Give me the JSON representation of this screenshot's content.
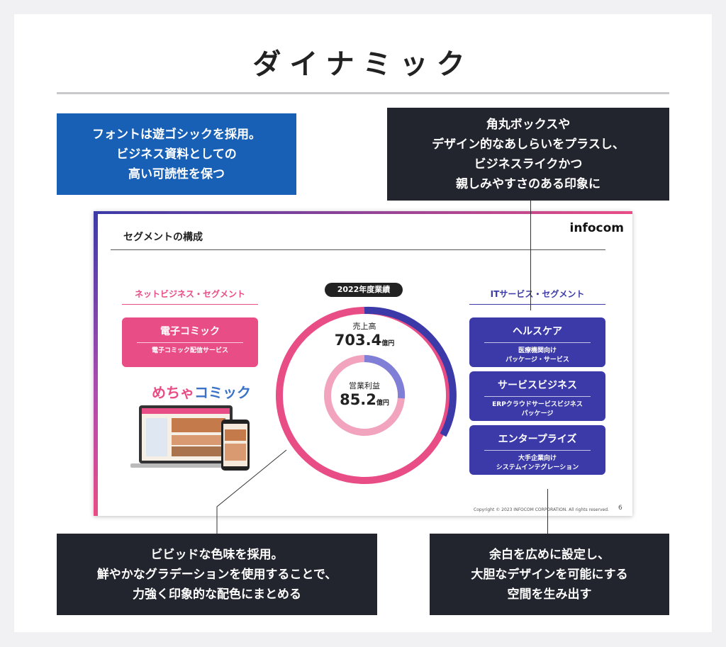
{
  "heading": "ダイナミック",
  "callouts": {
    "font": [
      "フォントは遊ゴシックを採用。",
      "ビジネス資料としての",
      "高い可読性を保つ"
    ],
    "box": [
      "角丸ボックスや",
      "デザイン的なあしらいをプラスし、",
      "ビジネスライクかつ",
      "親しみやすさのある印象に"
    ],
    "color": [
      "ビビッドな色味を採用。",
      "鮮やかなグラデーションを使用することで、",
      "力強く印象的な配色にまとめる"
    ],
    "space": [
      "余白を広めに設定し、",
      "大胆なデザインを可能にする",
      "空間を生み出す"
    ]
  },
  "slide": {
    "title": "セグメントの構成",
    "logo": "infocom",
    "net_segment": {
      "heading": "ネットビジネス・セグメント",
      "box_title": "電子コミック",
      "box_sub": "電子コミック配信サービス",
      "brand_a": "めちゃ",
      "brand_b": "コミック"
    },
    "it_segment": {
      "heading": "ITサービス・セグメント",
      "boxes": [
        {
          "title": "ヘルスケア",
          "lines": [
            "医療機関向け",
            "パッケージ・サービス"
          ]
        },
        {
          "title": "サービスビジネス",
          "lines": [
            "ERPクラウドサービスビジネス",
            "パッケージ"
          ]
        },
        {
          "title": "エンタープライズ",
          "lines": [
            "大手企業向け",
            "システムインテグレーション"
          ]
        }
      ]
    },
    "pill": "2022年度業績",
    "sales_label": "売上高",
    "sales_value": "703.4",
    "sales_unit": "億円",
    "profit_label": "営業利益",
    "profit_value": "85.2",
    "profit_unit": "億円",
    "copyright": "Copyright © 2023 INFOCOM CORPORATION. All rights reserved.",
    "page": "6"
  },
  "colors": {
    "pink": "#e94d86",
    "navy": "#3b3aa8",
    "light_pink": "#f2a3bd",
    "light_navy": "#7f7fd8",
    "blue": "#1760b6",
    "dark": "#22252e"
  }
}
